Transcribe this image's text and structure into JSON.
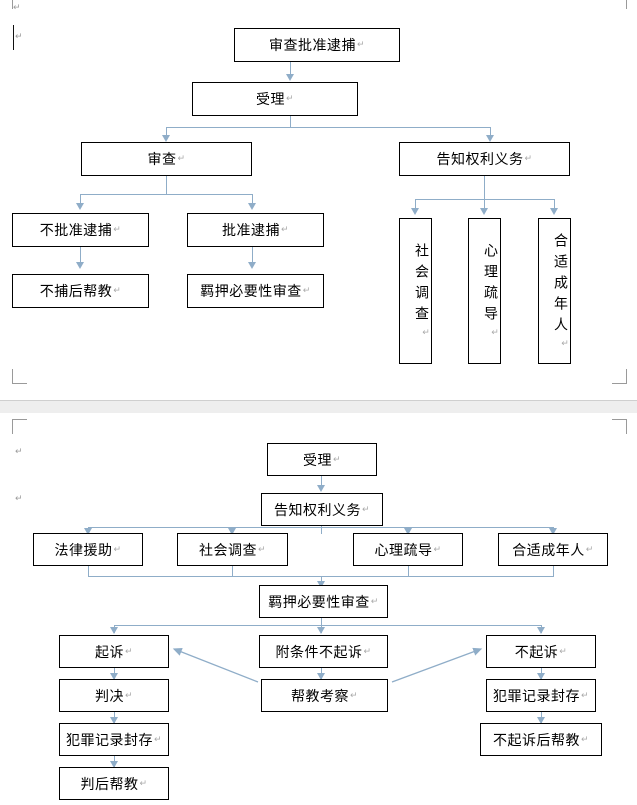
{
  "document": {
    "type": "word-document-flowchart",
    "accent_line_color": "#8fadc8",
    "box_border_color": "#000000",
    "background_color": "#ffffff",
    "page_gap_color": "#eeeeee",
    "paragraph_mark": "↵"
  },
  "page1": {
    "title_node": "审查批准逮捕",
    "nodes": {
      "shouli": "受理",
      "shencha": "审查",
      "gaozhi": "告知权利义务",
      "bupizhun": "不批准逮捕",
      "pizhun": "批准逮捕",
      "bubuhoubangjiao": "不捕后帮教",
      "jiyabiyao": "羁押必要性审查",
      "shehuidiaocha": "社会调查",
      "xinlishudao": "心理疏导",
      "heshichengnianren": "合适成年人"
    }
  },
  "page2": {
    "nodes": {
      "shouli": "受理",
      "gaozhi": "告知权利义务",
      "falvyuanzhu": "法律援助",
      "shehuidiaocha": "社会调查",
      "xinlishudao": "心理疏导",
      "heshichengnianren": "合适成年人",
      "jiyabiyao": "羁押必要性审查",
      "qisu": "起诉",
      "futiaojianbuqisu": "附条件不起诉",
      "buqisu": "不起诉",
      "panjue": "判决",
      "bangjiaokaocha": "帮教考察",
      "fanzuijilufengcun_left": "犯罪记录封存",
      "fanzuijilufengcun_right": "犯罪记录封存",
      "panhoubangjiao": "判后帮教",
      "buqisuhoubangjiao": "不起诉后帮教"
    }
  }
}
